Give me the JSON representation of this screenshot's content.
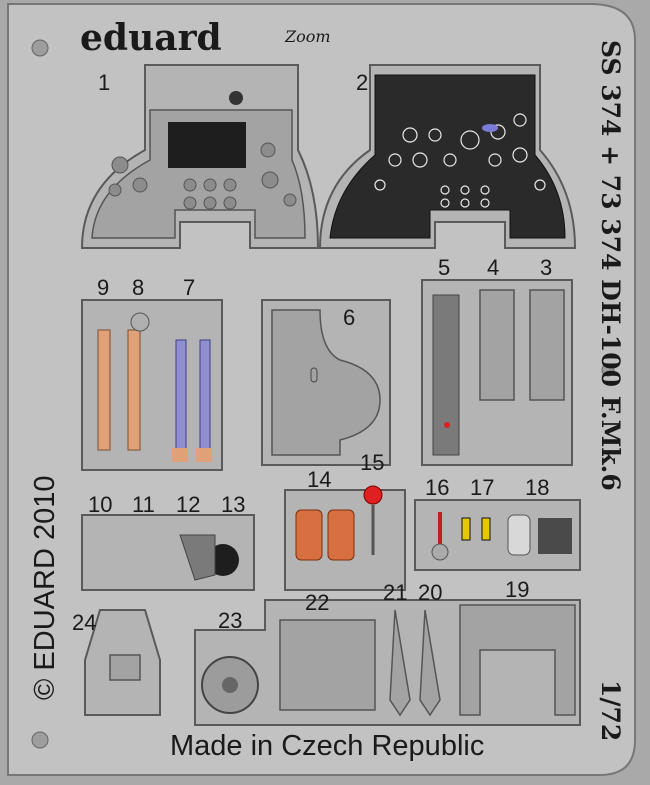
{
  "brand": {
    "name": "eduard",
    "sub_logo": "Zoom"
  },
  "part_numbers": [
    "1",
    "2",
    "3",
    "4",
    "5",
    "6",
    "7",
    "8",
    "9",
    "10",
    "11",
    "12",
    "13",
    "14",
    "15",
    "16",
    "17",
    "18",
    "19",
    "20",
    "21",
    "22",
    "23",
    "24"
  ],
  "side_text": {
    "product": "SS 374 + 73 374  DH-100 F.Mk.6",
    "scale": "1/72"
  },
  "copyright": "© EDUARD 2010",
  "origin": "Made in Czech Republic",
  "colors": {
    "fret": "#c2c2c2",
    "background": "#a9a9a9",
    "belt_orange": "#e0a078",
    "belt_blue": "#8f8fd0",
    "panel_black": "#262626",
    "knob_red": "#e02020"
  }
}
